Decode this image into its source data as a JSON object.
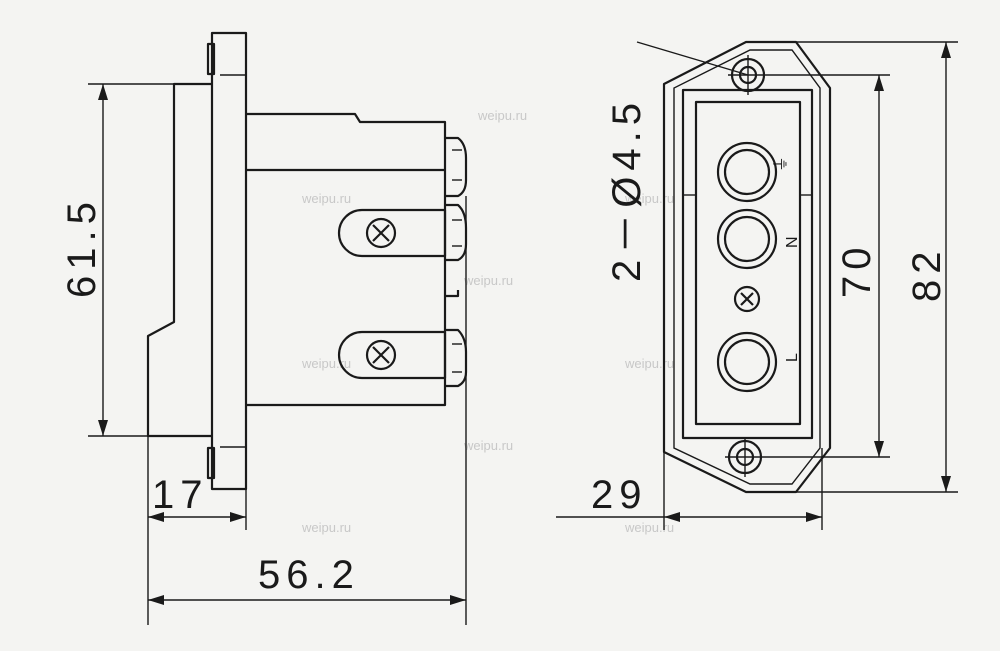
{
  "dimensions": {
    "height_side": "61.5",
    "flange_offset": "17",
    "total_depth": "56.2",
    "holes": "2－Ø4.5",
    "inner_height": "70",
    "outer_height": "82",
    "width": "29"
  },
  "pins": {
    "earth": "⏚",
    "neutral": "N",
    "live": "L"
  },
  "watermark": "weipu.ru",
  "colors": {
    "line": "#1a1a1a",
    "background": "#f4f4f2",
    "watermark": "#c8c8c8"
  }
}
